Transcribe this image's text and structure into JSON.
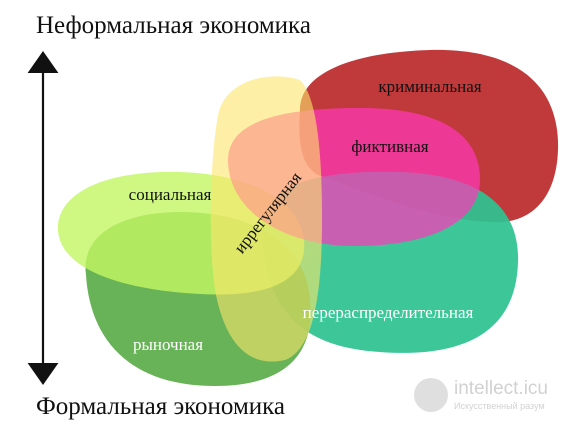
{
  "title_top": "Неформальная экономика",
  "title_bottom": "Формальная экономика",
  "sets": [
    {
      "key": "criminal",
      "label": "криминальная",
      "color": "#c0393b",
      "opacity": 1.0
    },
    {
      "key": "redistributive",
      "label": "перераспределительная",
      "color": "#2ec391",
      "opacity": 0.93
    },
    {
      "key": "market",
      "label": "рыночная",
      "color": "#4ea53a",
      "opacity": 0.85
    },
    {
      "key": "social",
      "label": "социальная",
      "color": "#c3f663",
      "opacity": 0.8
    },
    {
      "key": "fictitious",
      "label": "фиктивная",
      "color": "#ff37b9",
      "opacity": 0.72
    },
    {
      "key": "irregular",
      "label": "иррегулярная",
      "color": "#fbe66b",
      "opacity": 0.6
    }
  ],
  "watermark": {
    "main": "intellect.icu",
    "sub": "Искусственный разум"
  }
}
